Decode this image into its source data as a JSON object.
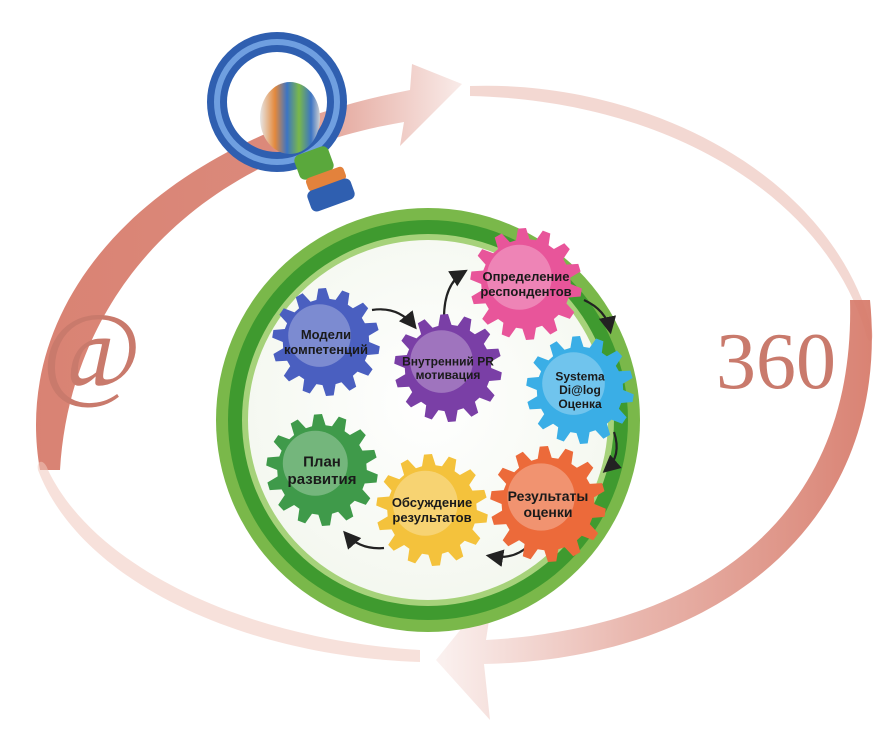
{
  "left_symbol": "@",
  "right_label": "360",
  "gears": [
    {
      "id": "models",
      "lines": [
        "Модели",
        "компетенций"
      ],
      "color": "#4a5fc0"
    },
    {
      "id": "internal-pr",
      "lines": [
        "Внутренний PR",
        "мотивация"
      ],
      "color": "#7a3fa6"
    },
    {
      "id": "respondents",
      "lines": [
        "Определение",
        "респондентов"
      ],
      "color": "#e8559a"
    },
    {
      "id": "systema",
      "lines": [
        "Systema",
        "Di@log",
        "Оценка"
      ],
      "color": "#3aaee6"
    },
    {
      "id": "results",
      "lines": [
        "Результаты",
        "оценки"
      ],
      "color": "#ec6a3a"
    },
    {
      "id": "discussion",
      "lines": [
        "Обсуждение",
        "результатов"
      ],
      "color": "#f4c23c"
    },
    {
      "id": "plan",
      "lines": [
        "План",
        "развития"
      ],
      "color": "#3f9a4a"
    }
  ],
  "colors": {
    "cycle_arrow": "#d77c6c",
    "dial_ring": "#3f9a2f",
    "crown_ring": "#3f6fc0"
  }
}
